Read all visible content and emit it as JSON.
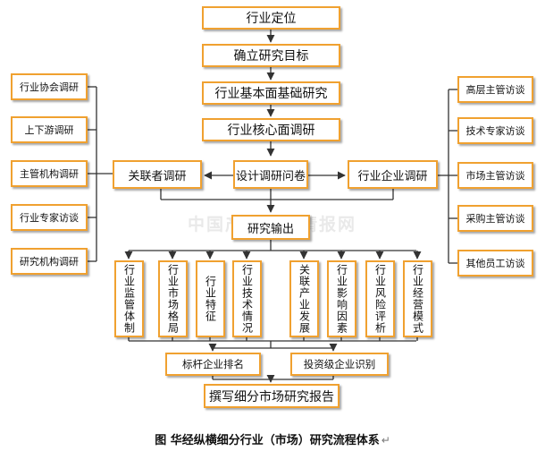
{
  "nodes": {
    "hangye_dingwei": "行业定位",
    "queli_mubiao": "确立研究目标",
    "jibenmian": "行业基本面基础研究",
    "hexinmian": "行业核心面调研",
    "guanlianzhe": "关联者调研",
    "sheji_wenjuan": "设计调研问卷",
    "qiye_diaoyan": "行业企业调研",
    "yanjiu_shuchu": "研究输出",
    "biaogan": "标杆企业排名",
    "touzi": "投资级企业识别",
    "baogao": "撰写细分市场研究报告"
  },
  "left_items": [
    "行业协会调研",
    "上下游调研",
    "主管机构调研",
    "行业专家访谈",
    "研究机构调研"
  ],
  "right_items": [
    "高层主管访谈",
    "技术专家访谈",
    "市场主管访谈",
    "采购主管访谈",
    "其他员工访谈"
  ],
  "outputs": [
    "行业监管体制",
    "行业市场格局",
    "行业特征",
    "行业技术情况",
    "关联产业发展",
    "行业影响因素",
    "行业风险评析",
    "行业经营模式"
  ],
  "watermark": "中国产业竞争情报网",
  "caption": {
    "text": "图  华经纵横细分行业（市场）研究流程体系",
    "mark": "↵"
  },
  "colors": {
    "box_border": "#f0a130",
    "line": "#333333",
    "text": "#111111"
  }
}
